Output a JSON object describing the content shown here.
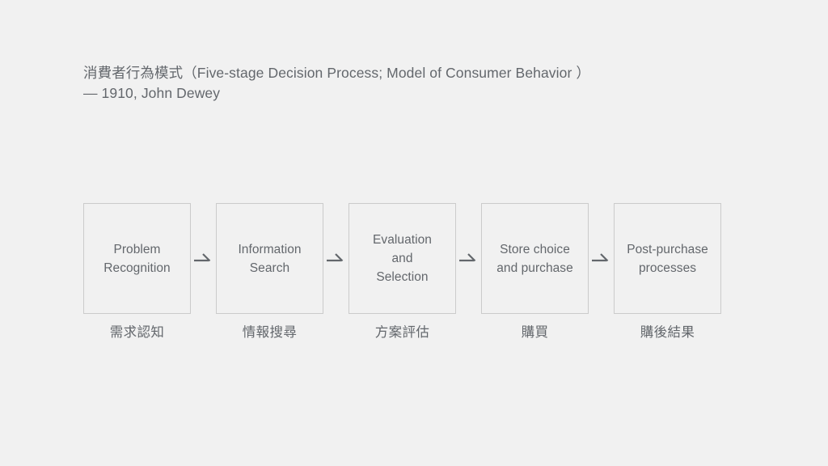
{
  "canvas": {
    "background_color": "#f1f1f1",
    "text_color": "#63676c",
    "box_border_color": "#cbcbcb"
  },
  "title": {
    "line1": "消費者行為模式（Five-stage Decision Process; Model of Consumer Behavior ）",
    "line2": "— 1910, John Dewey"
  },
  "diagram": {
    "type": "linear-flow",
    "connector_icon": "arrow-right-icon",
    "stages": [
      {
        "id": "problem-recognition",
        "title_lines": [
          "Problem",
          "Recognition"
        ],
        "title": "Problem\nRecognition",
        "caption": "需求認知"
      },
      {
        "id": "information-search",
        "title_lines": [
          "Information",
          "Search"
        ],
        "title": "Information\nSearch",
        "caption": "情報搜尋"
      },
      {
        "id": "evaluation-and-selection",
        "title_lines": [
          "Evaluation",
          "and",
          "Selection"
        ],
        "title": "Evaluation\nand\nSelection",
        "caption": "方案評估"
      },
      {
        "id": "store-choice-and-purchase",
        "title_lines": [
          "Store choice",
          "and purchase"
        ],
        "title": "Store choice\nand purchase",
        "caption": "購買"
      },
      {
        "id": "post-purchase-processes",
        "title_lines": [
          "Post-purchase",
          "processes"
        ],
        "title": "Post-purchase\nprocesses",
        "caption": "購後結果"
      }
    ]
  }
}
